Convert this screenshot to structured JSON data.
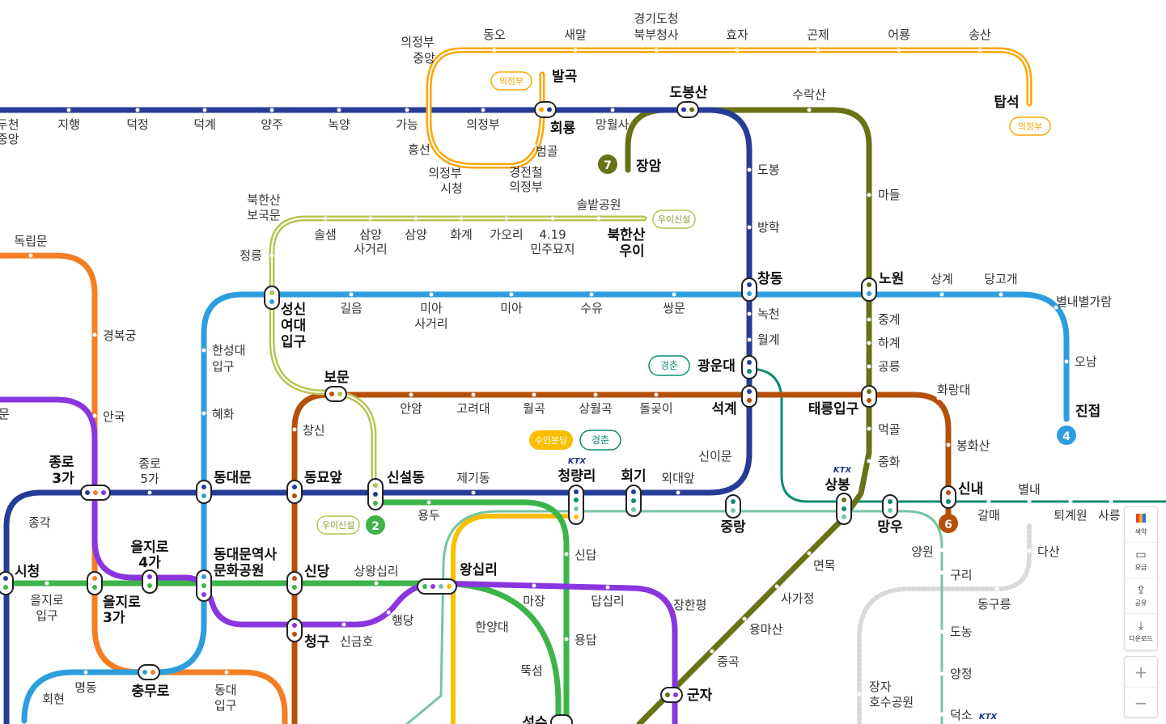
{
  "colors": {
    "line1": "#263c96",
    "line2": "#3cb44a",
    "line3": "#f57e23",
    "line4": "#2c9ede",
    "line5": "#8936e0",
    "line6": "#b5500b",
    "line7": "#697215",
    "uijeongbu": "#fda600",
    "ui_sinseol": "#b7c450",
    "gyeongchun": "#0c8e72",
    "suin_bundang": "#fabe00",
    "gyeongui_jungang": "#77c4a3",
    "gyeongwon_planned": "#d9d9d9"
  },
  "badges": {
    "uijeongbu_1": "의정부",
    "uijeongbu_2": "의정부",
    "ui_sinseol_1": "우이신설",
    "ui_sinseol_2": "우이신설",
    "gyeongchun_1": "경춘",
    "gyeongchun_2": "경춘",
    "suin_bundang": "수인분당",
    "ktx_1": "KTX",
    "ktx_2": "KTX",
    "ktx_3": "KTX"
  },
  "line_numbers": {
    "n2": "2",
    "n4": "4",
    "n6": "6",
    "n7": "7"
  },
  "stations": {
    "dongo": "동오",
    "saemal": "새말",
    "gyeonggi_1": "경기도청",
    "gyeonggi_2": "북부청사",
    "hyoja": "효자",
    "gonje": "곤제",
    "eoryong": "어룡",
    "songsan": "송산",
    "tapseok": "탑석",
    "ujb_jungang_1": "의정부",
    "ujb_jungang_2": "중앙",
    "balgok": "발곡",
    "heoryong": "회룡",
    "mangwolsa": "망월사",
    "dobongsan": "도봉산",
    "suraksan": "수락산",
    "jangam": "장암",
    "dobong": "도봉",
    "madeul": "마들",
    "bangha": "방학",
    "hongseon": "흥선",
    "beomgol": "범골",
    "ujb_sicheong_1": "의정부",
    "ujb_sicheong_2": "시청",
    "gjc_1": "경전철",
    "gjc_2": "의정부",
    "dongducheon_1": "두천",
    "dongducheon_2": "중앙",
    "jihaeng": "지행",
    "deokjeong": "덕정",
    "deokgye": "덕계",
    "yangju": "양주",
    "nogyang": "녹양",
    "ganeung": "가능",
    "uijeongbu": "의정부",
    "bukhansan_bgm_1": "북한산",
    "bukhansan_bgm_2": "보국문",
    "solsaem": "솔샘",
    "samyang_sgr_1": "삼양",
    "samyang_sgr_2": "사거리",
    "samyang": "삼양",
    "hwagye": "화계",
    "gaori": "가오리",
    "mjm_1": "4.19",
    "mjm_2": "민주묘지",
    "solbat": "솔밭공원",
    "bukhansan_ui_1": "북한산",
    "bukhansan_ui_2": "우이",
    "jeongneung": "정릉",
    "dongnimmun": "독립문",
    "gyeongbokgung": "경복궁",
    "changdong": "창동",
    "nowon": "노원",
    "sanggye": "상계",
    "danggogae": "당고개",
    "byeollae": "별내별가람",
    "sungshin_1": "성신",
    "sungshin_2": "여대",
    "sungshin_3": "입구",
    "gireum": "길음",
    "miasageori_1": "미아",
    "miasageori_2": "사거리",
    "mia": "미아",
    "suyu": "수유",
    "ssangmun": "쌍문",
    "nokcheon": "녹천",
    "junggye": "중계",
    "hangsung_1": "한성대",
    "hangsung_2": "입구",
    "wolgye": "월계",
    "hagye": "하계",
    "gwangundae": "광운대",
    "gongneung": "공릉",
    "onam": "오남",
    "hwarangdae": "화랑대",
    "jinjeop": "진접",
    "bomun": "보문",
    "anam": "안암",
    "korea_univ": "고려대",
    "wolgok": "월곡",
    "sangwolgok": "상월곡",
    "dolgoji": "돌곶이",
    "seokgye": "석계",
    "taereung": "태릉입구",
    "hyehwa": "혜화",
    "changsin": "창신",
    "meokgol": "먹골",
    "bonghwasan": "봉화산",
    "jonggak_side": "문",
    "anguk": "안국",
    "sinimun": "신이문",
    "junghwa": "중화",
    "jongno3_1": "종로",
    "jongno3_2": "3가",
    "jongno5_1": "종로",
    "jongno5_2": "5가",
    "dongdaemun": "동대문",
    "dongmyo": "동묘앞",
    "sinseoldong": "신설동",
    "jegidong": "제기동",
    "cheongnyangni": "청량리",
    "hoegi": "회기",
    "hufs": "외대앞",
    "sangbong": "상봉",
    "sinnae": "신내",
    "byeollae_st": "별내",
    "yongdu": "용두",
    "jungnang": "중랑",
    "mangu": "망우",
    "galmae": "갈매",
    "toegyewon": "퇴계원",
    "sareung": "사릉",
    "jonggak": "종각",
    "euljiro4_1": "을지로",
    "euljiro4_2": "4가",
    "ddp_1": "동대문역사",
    "ddp_2": "문화공원",
    "sindang": "신당",
    "wangsimni": "왕십리",
    "sinndap": "신답",
    "dasan": "다산",
    "yangwon": "양원",
    "myeonmok": "면목",
    "guri": "구리",
    "sangwangsimni": "상왕십리",
    "sicheong": "시청",
    "euljiro_ent_1": "을지로",
    "euljiro_ent_2": "입구",
    "euljiro3_1": "을지로",
    "euljiro3_2": "3가",
    "majang": "마장",
    "dapsimni": "답십리",
    "janghanpyeong": "장한평",
    "sagajeong": "사가정",
    "donggureung": "동구릉",
    "haengdang": "행당",
    "hanyang": "한양대",
    "cheonggu": "청구",
    "singeumho": "신금호",
    "yongdap": "용답",
    "yongmasan": "용마산",
    "donong": "도농",
    "ttukseom": "뚝섬",
    "junggok": "중곡",
    "yangjeong": "양정",
    "myeongdong": "명동",
    "hoehyeon": "회현",
    "chungmuro": "충무로",
    "dongdae_ent_1": "동대",
    "dongdae_ent_2": "입구",
    "gunja": "군자",
    "janghosu_1": "장자",
    "janghosu_2": "호수공원",
    "deokso": "덕소",
    "seongsu": "성수"
  },
  "toolbar": {
    "legend": "색약",
    "fare": "요금",
    "share": "공유",
    "download": "다운로드"
  },
  "zoom": {
    "zoom_in": "+",
    "zoom_out": "−"
  }
}
